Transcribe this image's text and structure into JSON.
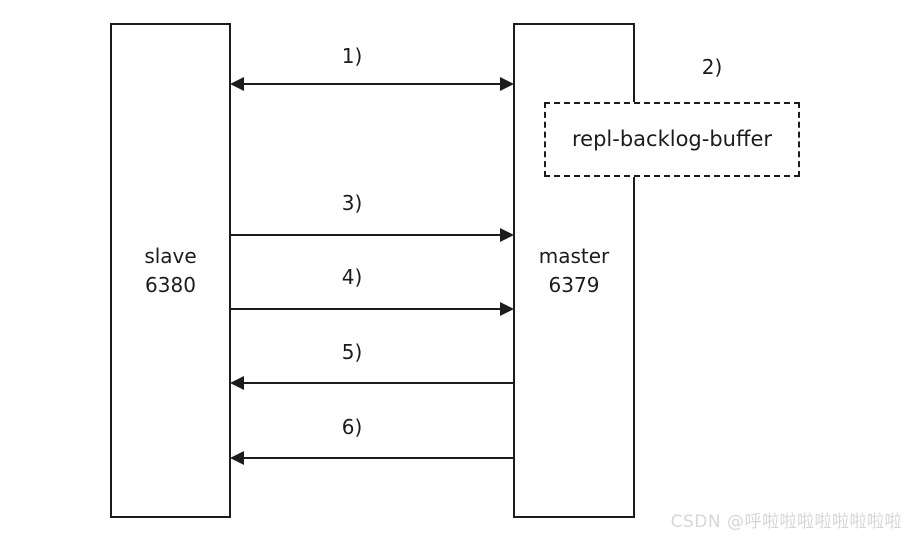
{
  "diagram": {
    "title_hint": "redis master-slave replication sequence",
    "nodes": {
      "slave": {
        "name_line": "slave",
        "port_line": "6380"
      },
      "master": {
        "name_line": "master",
        "port_line": "6379"
      },
      "buffer": {
        "label": "repl-backlog-buffer"
      }
    },
    "steps": [
      {
        "label": "1)",
        "direction": "both"
      },
      {
        "label": "2)",
        "direction": "none"
      },
      {
        "label": "3)",
        "direction": "right"
      },
      {
        "label": "4)",
        "direction": "right"
      },
      {
        "label": "5)",
        "direction": "left"
      },
      {
        "label": "6)",
        "direction": "left"
      }
    ],
    "colors": {
      "line": "#1c1c1c",
      "background": "#ffffff",
      "watermark": "#d6d6d6"
    },
    "watermark": "CSDN @呼啦啦啦啦啦啦啦啦"
  }
}
